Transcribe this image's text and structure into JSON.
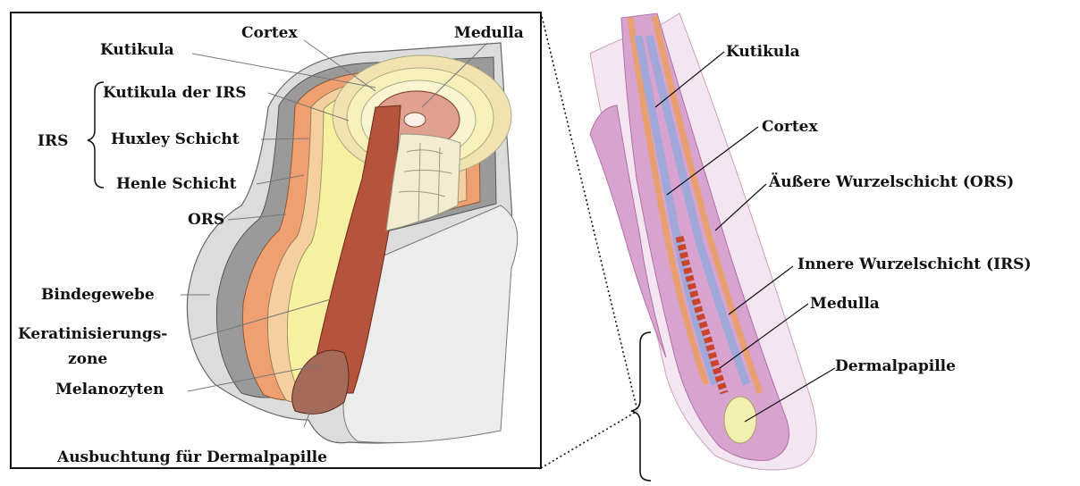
{
  "left_panel": {
    "labels": {
      "cortex": "Cortex",
      "medulla": "Medulla",
      "kutikula": "Kutikula",
      "kutikula_irs": "Kutikula der IRS",
      "irs": "IRS",
      "huxley": "Huxley Schicht",
      "henle": "Henle Schicht",
      "ors": "ORS",
      "bindegewebe": "Bindegewebe",
      "keratin_1": "Keratinisierungs-",
      "keratin_2": "zone",
      "melanozyten": "Melanozyten",
      "ausbuchtung": "Ausbuchtung für Dermalpapille"
    }
  },
  "right_panel": {
    "labels": {
      "kutikula": "Kutikula",
      "cortex": "Cortex",
      "ors": "Äußere Wurzelschicht (ORS)",
      "irs": "Innere Wurzelschicht (IRS)",
      "medulla": "Medulla",
      "dermalpapille": "Dermalpapille"
    }
  },
  "colors": {
    "connective": "#dcdcdc",
    "ors_gray": "#9a9a9a",
    "henle_orange": "#f0a070",
    "huxley_peach": "#f5cfa0",
    "irs_cuticle_yellow": "#f7f0a0",
    "cortex_brown": "#b5533c",
    "medulla_pink": "#e0a090",
    "histo_pink": "#d9a3cf",
    "histo_blue": "#9fa8d8",
    "histo_orange": "#e8a070",
    "histo_red": "#c8442a"
  }
}
